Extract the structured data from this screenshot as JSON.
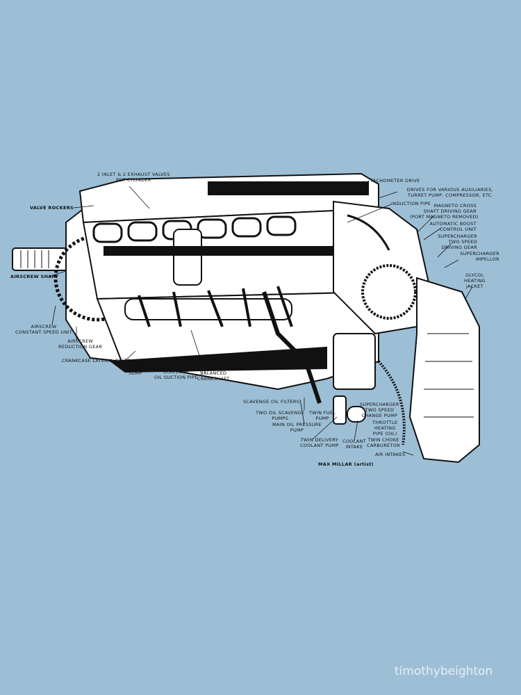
{
  "colors": {
    "background": "#9dbfd6",
    "ink": "#111111",
    "paper": "#ffffff"
  },
  "labels": {
    "valves": "2 INLET & 2 EXHAUST VALVES\nPER CYLINDER",
    "valve_rockers": "VALVE ROCKERS",
    "airscrew_shaft": "AIRSCREW SHAFT",
    "constant_speed": "AIRSCREW\nCONSTANT SPEED UNIT",
    "reduction_gear": "AIRSCREW\nREDUCTION GEAR",
    "lateral_bolts": "CRANKCASE LATERAL BOLTS",
    "sump": "SUMP",
    "scavenge_pipe": "SCAVENGE\nOIL SUCTION PIPE",
    "crankshaft": "BALANCED\nCRANKSHAFT",
    "tachometer": "TACHOMETER DRIVE",
    "auxiliaries": "DRIVES FOR VARIOUS AUXILIARIES,\nTURRET PUMP, COMPRESSOR, ETC.",
    "induction_pipe": "INDUCTION PIPE",
    "magneto": "MAGNETO CROSS\nSHAFT DRIVING GEAR\n(PORT MAGNETO REMOVED)",
    "boost_control": "AUTOMATIC BOOST\nCONTROL UNIT",
    "sc_driving_gear": "SUPERCHARGER\nTWO SPEED\nDRIVING GEAR",
    "impellor": "SUPERCHARGER\nIMPELLOR",
    "glycol": "GLYCOL\nHEATING\nJACKET",
    "oil_filters": "SCAVENGE OIL FILTERS",
    "scavenge_pumps": "TWO OIL SCAVENGE\nPUMPS",
    "fuel_pump": "TWIN FUEL\nPUMP",
    "pressure_pump": "MAIN OIL PRESSURE\nPUMP",
    "coolant_pump": "TWIN DELIVERY\nCOOLANT PUMP",
    "coolant_intake": "COOLANT\nINTAKE",
    "sc_change_pump": "SUPERCHARGER\nTWO SPEED\nCHANGE PUMP",
    "throttle_pipe": "THROTTLE\nHEATING\nPIPE (OIL)",
    "carburetor": "TWIN CHOKE\nCARBURETOR",
    "air_intakes": "AIR INTAKES",
    "artist": "MAX MILLAR (artist)"
  },
  "watermark": "timothybeighton"
}
